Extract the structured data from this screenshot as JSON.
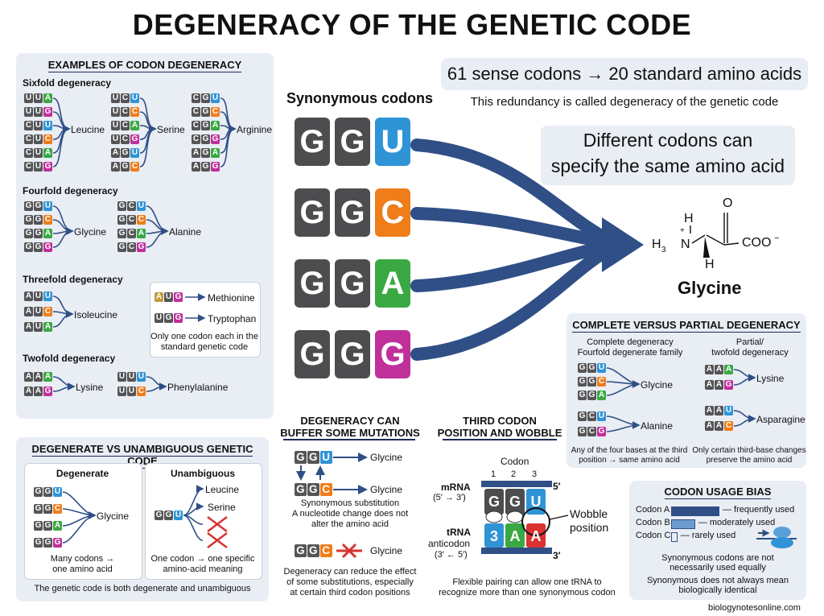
{
  "title": "DEGENERACY OF THE GENETIC CODE",
  "colors": {
    "G": "#4d4d4f",
    "U": "#2f94d6",
    "C": "#ef7d1a",
    "A": "#3aa843",
    "G3": "#c0309a",
    "arrow": "#2f4f86",
    "panel": "#e9edf4"
  },
  "examples": {
    "title": "EXAMPLES OF CODON DEGENERACY",
    "sixfold": "Sixfold degeneracy",
    "leucine": "Leucine",
    "serine": "Serine",
    "arginine": "Arginine",
    "fourfold": "Fourfold degeneracy",
    "glycine": "Glycine",
    "alanine": "Alanine",
    "threefold": "Threefold degeneracy",
    "isoleucine": "Isoleucine",
    "methionine": "Methionine",
    "tryptophan": "Tryptophan",
    "single_note": "Only one codon each in the standard genetic code",
    "twofold": "Twofold degeneracy",
    "lysine": "Lysine",
    "phenylalanine": "Phenylalanine"
  },
  "synonymous": {
    "label": "Synonymous codons"
  },
  "top_box": "61 sense codons → 20 standard amino acids",
  "redundancy": "This redundancy is called degeneracy of the genetic code",
  "different": {
    "line1": "Different codons can",
    "line2": "specify the same amino acid"
  },
  "molecule": {
    "name": "Glycine",
    "n": "N",
    "h_top": "H",
    "h_bottom": "H",
    "h3": "H",
    "sub3": "3",
    "plus": "+",
    "o": "O",
    "coo": "COO",
    "minus": "−"
  },
  "complete": {
    "title": "COMPLETE VERSUS PARTIAL DEGENERACY",
    "left_head1": "Complete degeneracy",
    "left_head2": "Fourfold degenerate family",
    "right_head1": "Partial/",
    "right_head2": "twofold degeneracy",
    "glycine": "Glycine",
    "alanine": "Alanine",
    "lysine": "Lysine",
    "asparagine": "Asparagine",
    "left_note1": "Any of the four bases at the third",
    "left_note2": "position → same amino acid",
    "right_note1": "Only certain third-base changes",
    "right_note2": "preserve the amino acid"
  },
  "degen_vs": {
    "title": "DEGENERATE VS UNAMBIGUOUS GENETIC CODE",
    "degenerate": "Degenerate",
    "unambiguous": "Unambiguous",
    "glycine": "Glycine",
    "leucine": "Leucine",
    "serine": "Serine",
    "many1": "Many codons →",
    "many2": "one amino acid",
    "one1": "One codon → one specific",
    "one2": "amino-acid meaning",
    "footer": "The genetic code is both degenerate and unambiguous"
  },
  "buffer": {
    "title1": "DEGENERACY CAN",
    "title2": "BUFFER SOME MUTATIONS",
    "glycine": "Glycine",
    "syn": "Synonymous substitution",
    "syn2": "A nucleotide change does not",
    "syn3": "alter the amino acid",
    "note1": "Degeneracy can reduce the effect",
    "note2": "of some substitutions, especially",
    "note3": "at certain third codon positions"
  },
  "wobble": {
    "title1": "THIRD CODON",
    "title2": "POSITION AND WOBBLE",
    "codon": "Codon",
    "n1": "1",
    "n2": "2",
    "n3": "3",
    "mrna": "mRNA",
    "mrna_dir": "(5′ → 3′)",
    "five": "5′",
    "trna": "tRNA",
    "anticodon": "anticodon",
    "trna_dir": "(3′ ← 5′)",
    "three": "3′",
    "wob1": "Wobble",
    "wob2": "position",
    "m1": "G",
    "m2": "G",
    "m3": "U",
    "a1": "3",
    "a2": "A",
    "a3": "A",
    "note1": "Flexible pairing can allow one tRNA to",
    "note2": "recognize more than one synonymous codon"
  },
  "usage": {
    "title": "CODON USAGE BIAS",
    "rows": [
      {
        "name": "Codon A",
        "desc": "— frequently used",
        "value": 1.0
      },
      {
        "name": "Codon B",
        "desc": "— moderately used",
        "value": 0.48
      },
      {
        "name": "Codon C",
        "desc": "— rarely used",
        "value": 0.1
      }
    ],
    "note1": "Synonymous codons are not",
    "note2": "necessarily used equally",
    "note3": "Synonymous does not always mean",
    "note4": "biologically identical"
  },
  "credit": "biologynotesonline.com"
}
